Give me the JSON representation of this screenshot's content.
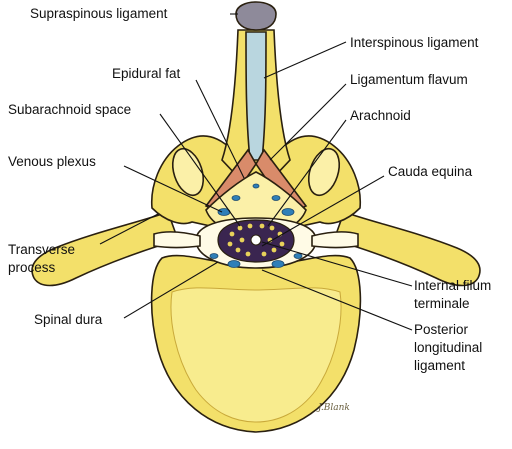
{
  "colors": {
    "bone": "#f3e06a",
    "bone_shadow": "#c9a93a",
    "bone_light": "#fbf0a8",
    "body_fill": "#f8ec8e",
    "ligament_flavum": "#d98b6a",
    "interspinous": "#b9d6df",
    "supraspinous": "#8e8a9a",
    "dura": "#fffbe6",
    "cauda": "#3a2550",
    "plexus": "#2f7fb8",
    "outline": "#2a2010"
  },
  "labels": {
    "supraspinous": "Supraspinous ligament",
    "interspinous": "Interspinous ligament",
    "epidural_fat": "Epidural fat",
    "ligamentum_flavum": "Ligamentum flavum",
    "subarachnoid": "Subarachnoid space",
    "arachnoid": "Arachnoid",
    "venous_plexus": "Venous plexus",
    "cauda_equina": "Cauda equina",
    "transverse_1": "Transverse",
    "transverse_2": "process",
    "filum_1": "Internal filum",
    "filum_2": "terminale",
    "spinal_dura": "Spinal dura",
    "posterior_1": "Posterior",
    "posterior_2": "longitudinal",
    "posterior_3": "ligament"
  },
  "signature": "J.Blank"
}
